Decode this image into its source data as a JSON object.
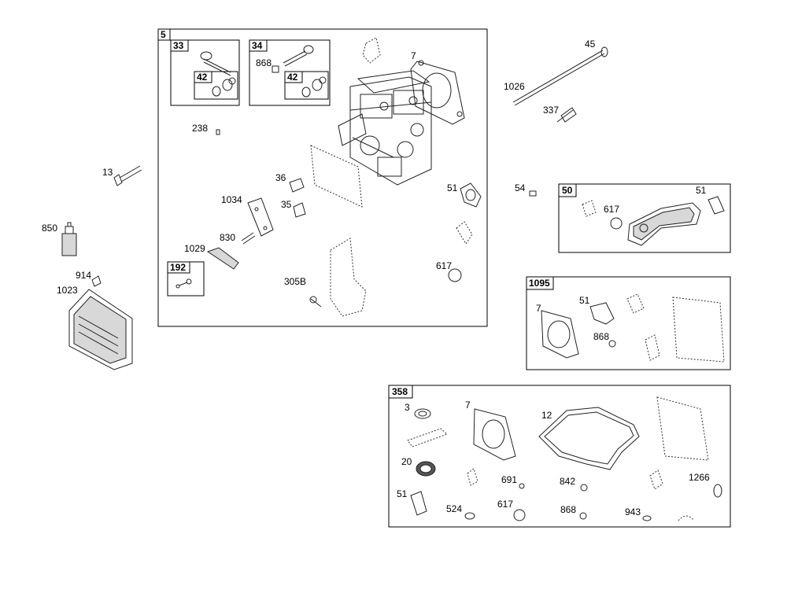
{
  "kits": {
    "k5": "5",
    "k33": "33",
    "k34": "34",
    "k42a": "42",
    "k42b": "42",
    "k192": "192",
    "k50": "50",
    "k1095": "1095",
    "k358": "358"
  },
  "callouts": {
    "c45": "45",
    "c1026": "1026",
    "c337": "337",
    "c7a": "7",
    "c868a": "868",
    "c238": "238",
    "c13": "13",
    "c36": "36",
    "c35": "35",
    "c1034": "1034",
    "c51a": "51",
    "c54": "54",
    "c617a": "617",
    "c51b": "51",
    "c850": "850",
    "c830": "830",
    "c1029": "1029",
    "c617b": "617",
    "c914": "914",
    "c305b": "305B",
    "c1023": "1023",
    "c7b": "7",
    "c51c": "51",
    "c868b": "868",
    "c3": "3",
    "c7c": "7",
    "c12": "12",
    "c20": "20",
    "c691": "691",
    "c842": "842",
    "c1266": "1266",
    "c51d": "51",
    "c524": "524",
    "c617c": "617",
    "c868c": "868",
    "c943": "943"
  }
}
